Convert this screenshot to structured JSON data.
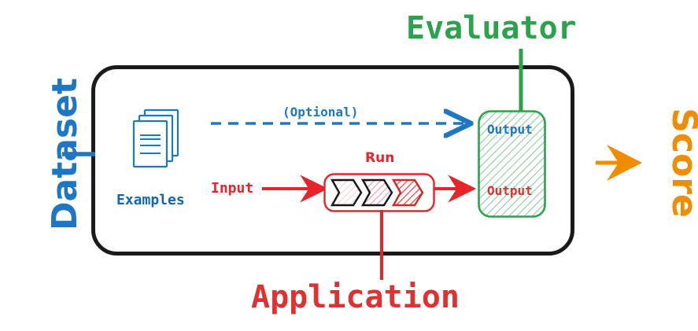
{
  "diagram": {
    "title": "LLM application evaluation loop",
    "colors": {
      "blue": "#1f77c4",
      "blue_dark": "#1565b5",
      "red": "#e03131",
      "red_bright": "#e8232a",
      "green": "#2ca24c",
      "orange": "#f08c00",
      "black": "#1a1a1a",
      "hatch_red_light": "#f7c9c9",
      "hatch_red_mid": "#f0a8b4",
      "hatch_red_strong": "#e8605f",
      "hatch_green": "#2ca24c"
    }
  },
  "labels": {
    "dataset": "Dataset",
    "evaluator": "Evaluator",
    "application": "Application",
    "score": "Score",
    "examples": "Examples",
    "optional": "(Optional)",
    "run": "Run",
    "input": "Input",
    "output_top": "Output",
    "output_bottom": "Output"
  },
  "nodes": {
    "container": {
      "name": "experiment-boundary",
      "shape": "rounded-rect",
      "stroke": "#1a1a1a"
    },
    "examples_icon": {
      "name": "stacked-documents-icon",
      "pages": 3,
      "text_lines": 3,
      "stroke": "#1f77c4"
    },
    "run_box": {
      "name": "run-pipeline",
      "stroke": "#e8232a",
      "chevrons": 3
    },
    "output_box": {
      "name": "output-panel",
      "stroke": "#2ca24c",
      "fill_pattern": "diagonal-hatch"
    }
  },
  "edges": [
    {
      "name": "dataset-to-container",
      "style": "solid",
      "color": "#1f77c4",
      "arrow": false
    },
    {
      "name": "examples-to-output-optional",
      "style": "dashed",
      "color": "#1f77c4",
      "arrow": true,
      "label": "(Optional)"
    },
    {
      "name": "input-to-run",
      "style": "solid",
      "color": "#e8232a",
      "arrow": true,
      "label": "Input"
    },
    {
      "name": "run-to-output",
      "style": "solid",
      "color": "#e8232a",
      "arrow": true
    },
    {
      "name": "evaluator-to-output",
      "style": "solid",
      "color": "#2ca24c",
      "arrow": false
    },
    {
      "name": "application-to-run",
      "style": "solid",
      "color": "#e8232a",
      "arrow": false
    },
    {
      "name": "container-to-score",
      "style": "solid",
      "color": "#f08c00",
      "arrow": true
    }
  ]
}
